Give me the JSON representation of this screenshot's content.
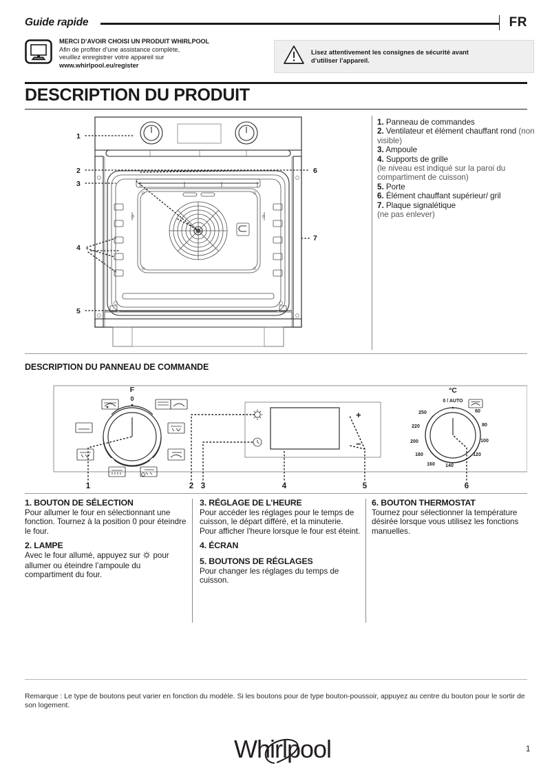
{
  "header": {
    "title": "Guide rapide",
    "language": "FR"
  },
  "register": {
    "icon": "computer-monitor-icon",
    "heading": "MERCI D’AVOIR CHOISI UN PRODUIT WHIRLPOOL",
    "line1": "Afin de profiter d’une assistance complète,",
    "line2": "veuillez enregistrer votre appareil sur",
    "url": "www.whirlpool.eu/register"
  },
  "warning": {
    "icon": "warning-triangle-icon",
    "line1": "Lisez attentivement les consignes de sécurité avant",
    "line2": "d’utiliser l’appareil."
  },
  "product_section": {
    "title": "DESCRIPTION DU PRODUIT",
    "callouts": [
      "1",
      "2",
      "3",
      "4",
      "5",
      "6",
      "7"
    ],
    "parts": [
      {
        "n": "1.",
        "label": "Panneau de commandes",
        "sub": ""
      },
      {
        "n": "2.",
        "label": "Ventilateur et élément chauffant rond",
        "sub": "(non visible)"
      },
      {
        "n": "3.",
        "label": "Ampoule",
        "sub": ""
      },
      {
        "n": "4.",
        "label": "Supports de grille",
        "sub": "(le niveau est indiqué sur la paroi du compartiment de cuisson)"
      },
      {
        "n": "5.",
        "label": "Porte",
        "sub": ""
      },
      {
        "n": "6.",
        "label": "Élément chauffant supérieur/ gril",
        "sub": ""
      },
      {
        "n": "7.",
        "label": "Plaque signalétique",
        "sub": "(ne pas enlever)"
      }
    ]
  },
  "panel_section": {
    "title": "DESCRIPTION DU PANNEAU DE COMMANDE",
    "callouts": [
      "1",
      "2",
      "3",
      "4",
      "5",
      "6"
    ],
    "function_knob": {
      "label": "F",
      "off_position": "0",
      "functions": [
        "convection-bake-icon",
        "conventional-icon",
        "bottom-heat-icon",
        "defrost-icon",
        "grill-icon",
        "turbo-grill-icon",
        "fan-forced-icon",
        "eco-fan-icon"
      ]
    },
    "display": {
      "lamp_icon": "lamp-icon",
      "clock_icon": "clock-icon",
      "plus_label": "+",
      "minus_label": "−"
    },
    "thermostat_knob": {
      "unit_label": "°C",
      "auto_label": "0 / AUTO",
      "special_icon": "pizza-icon",
      "ticks": [
        "250",
        "220",
        "200",
        "180",
        "160",
        "140",
        "120",
        "100",
        "80",
        "60"
      ]
    }
  },
  "descriptions": [
    {
      "heading": "1. BOUTON DE SÉLECTION",
      "body": "Pour allumer le four en sélectionnant une fonction. Tournez à la position  0 pour éteindre le four."
    },
    {
      "heading": "2. LAMPE",
      "body_before": "Avec le four allumé, appuyez sur ",
      "body_after": " pour allumer ou éteindre l’ampoule du compartiment du four.",
      "inline_icon": "lamp-icon"
    },
    {
      "heading": "3. RÉGLAGE DE L’HEURE",
      "body": "Pour accéder les réglages pour le temps de cuisson, le départ différé, et la minuterie.\nPour afficher l'heure lorsque le four est éteint."
    },
    {
      "heading": "4. ÉCRAN",
      "body": ""
    },
    {
      "heading": "5. BOUTONS DE RÉGLAGES",
      "body": "Pour changer les réglages du temps de cuisson."
    },
    {
      "heading": "6. BOUTON THERMOSTAT",
      "body": "Tournez pour sélectionner la température désirée lorsque vous utilisez les fonctions manuelles."
    }
  ],
  "footer": {
    "note": "Remarque : Le type de boutons peut varier en fonction du modèle. Si les boutons pour de type bouton-poussoir, appuyez au centre du bouton pour le sortir de son logement.",
    "brand": "Whirlpool",
    "page_number": "1"
  }
}
